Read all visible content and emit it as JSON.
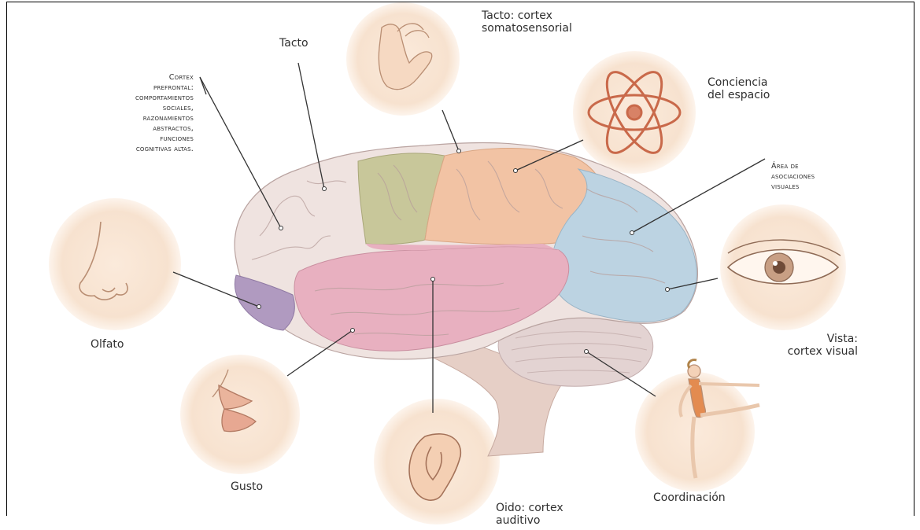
{
  "labels": {
    "tacto": "Tacto",
    "tacto_cortex": [
      "Tacto: cortex",
      "somatosensorial"
    ],
    "prefrontal": [
      "Cortex",
      "prefrontal:",
      "comportamientos",
      "sociales,",
      "razonamientos",
      "abstractos,",
      "funciones",
      "cognitivas altas."
    ],
    "conciencia": [
      "Conciencia",
      "del espacio"
    ],
    "area_visual": [
      "Área de",
      "asociaciones",
      "visuales"
    ],
    "olfato": "Olfato",
    "vista": [
      "Vista:",
      "cortex visual"
    ],
    "gusto": "Gusto",
    "oido": [
      "Oido: cortex",
      "auditivo"
    ],
    "coordinacion": "Coordinación"
  },
  "colors": {
    "prefrontal_region": "#efe3e0",
    "motor_region": "#c8c79a",
    "somatosensory_region": "#f2c3a4",
    "temporal_region": "#e8b0c0",
    "olfactory_region": "#b09ac0",
    "occipital_region": "#bcd3e2",
    "cerebellum": "#e3d3d2",
    "brainstem": "#e6cfc6",
    "sense_circle": "#f8e6d4",
    "leader_line": "#333333"
  }
}
